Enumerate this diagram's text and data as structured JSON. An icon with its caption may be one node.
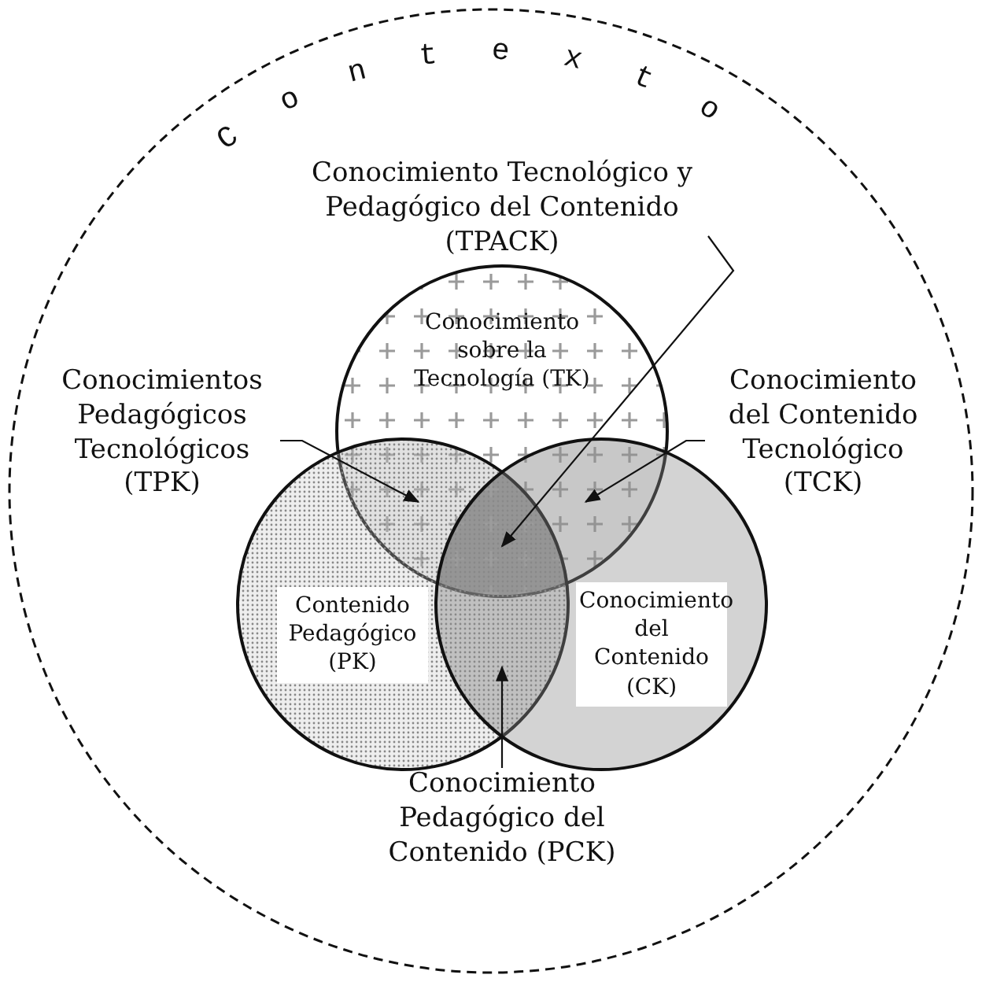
{
  "diagram": {
    "nodes": [
      {
        "text": [
          "Contexto"
        ]
      },
      {
        "text": [
          "Conocimiento sobre la Tecnología (TK)"
        ],
        "in": 0
      },
      {
        "text": [
          "Contenido Pedagógico (PK)"
        ],
        "in": 0
      },
      {
        "text": [
          "Conocimiento del Contenido (CK)"
        ],
        "in": 0
      },
      {
        "text": [
          "Conocimiento Tecnológico y Pedagógico del Contenido (TPACK)"
        ],
        "in": 0
      },
      {
        "text": [
          "Conocimientos Pedagógicos Tecnológicos (TPK)"
        ],
        "in": 0
      },
      {
        "text": [
          "Conocimiento del Contenido Tecnológico (TCK)"
        ],
        "in": 0
      },
      {
        "text": [
          "Conocimiento Pedagógico del Contenido (PCK)"
        ],
        "in": 0
      },
      {
        "text": [],
        "shape": "region"
      },
      {
        "text": [],
        "shape": "region"
      },
      {
        "text": [],
        "shape": "region"
      },
      {
        "text": [],
        "shape": "region"
      }
    ],
    "edges": [
      {
        "from": 4,
        "to": 8,
        "arrow": "to"
      },
      {
        "from": 5,
        "to": 9,
        "arrow": "to"
      },
      {
        "from": 6,
        "to": 10,
        "arrow": "to"
      },
      {
        "from": 7,
        "to": 11,
        "arrow": "to"
      }
    ]
  }
}
